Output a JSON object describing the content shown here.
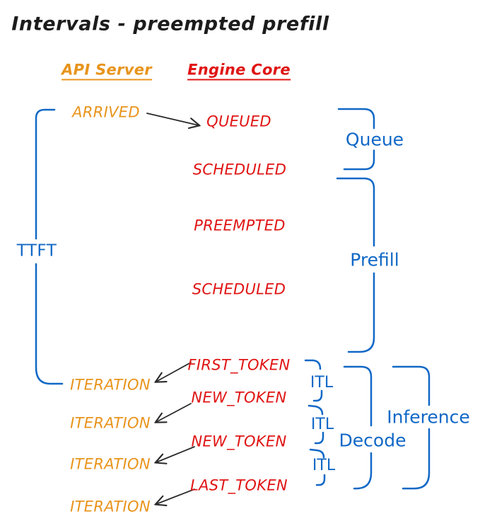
{
  "title": "Intervals - preempted prefill",
  "colors": {
    "api_server": "#e8941c",
    "engine_core": "#e01414",
    "interval_blue": "#1168c6",
    "arrow_black": "#2b2b2b",
    "background": "#ffffff"
  },
  "columns": {
    "api_server": {
      "label": "API Server"
    },
    "engine_core": {
      "label": "Engine Core"
    }
  },
  "events": {
    "arrived": "ARRIVED",
    "queued": "QUEUED",
    "scheduled_first": "SCHEDULED",
    "preempted": "PREEMPTED",
    "scheduled_second": "SCHEDULED",
    "first_token": "FIRST_TOKEN",
    "new_token_1": "NEW_TOKEN",
    "new_token_2": "NEW_TOKEN",
    "last_token": "LAST_TOKEN",
    "iteration_1": "ITERATION",
    "iteration_2": "ITERATION",
    "iteration_3": "ITERATION",
    "iteration_4": "ITERATION"
  },
  "intervals": {
    "ttft": "TTFT",
    "queue": "Queue",
    "prefill": "Prefill",
    "itl_1": "ITL",
    "itl_2": "ITL",
    "itl_3": "ITL",
    "decode": "Decode",
    "inference": "Inference"
  }
}
